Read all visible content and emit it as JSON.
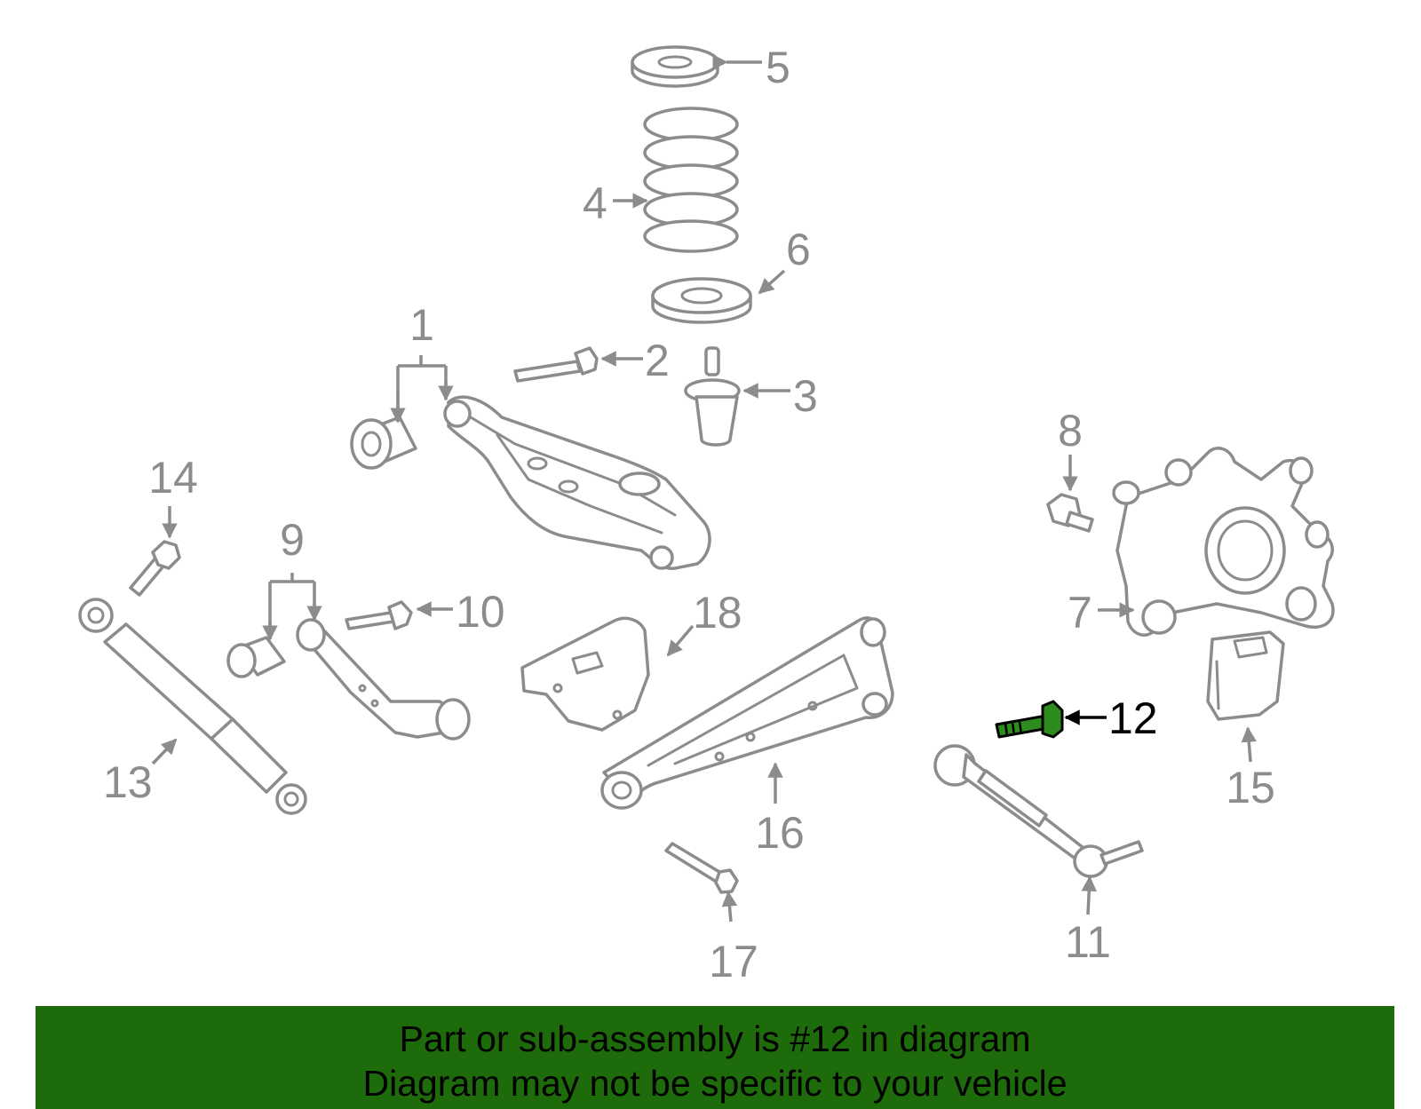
{
  "diagram": {
    "highlighted_part": "12",
    "highlight_color": "#2e8b1e",
    "part_line_color": "#8c8c8c",
    "callouts": [
      {
        "id": "c1",
        "label": "1"
      },
      {
        "id": "c2",
        "label": "2"
      },
      {
        "id": "c3",
        "label": "3"
      },
      {
        "id": "c4",
        "label": "4"
      },
      {
        "id": "c5",
        "label": "5"
      },
      {
        "id": "c6",
        "label": "6"
      },
      {
        "id": "c7",
        "label": "7"
      },
      {
        "id": "c8",
        "label": "8"
      },
      {
        "id": "c9",
        "label": "9"
      },
      {
        "id": "c10",
        "label": "10"
      },
      {
        "id": "c11",
        "label": "11"
      },
      {
        "id": "c12",
        "label": "12"
      },
      {
        "id": "c13",
        "label": "13"
      },
      {
        "id": "c14",
        "label": "14"
      },
      {
        "id": "c15",
        "label": "15"
      },
      {
        "id": "c16",
        "label": "16"
      },
      {
        "id": "c17",
        "label": "17"
      },
      {
        "id": "c18",
        "label": "18"
      }
    ]
  },
  "banner": {
    "line1": "Part or sub-assembly is #12 in diagram",
    "line2": "Diagram may not be specific to your vehicle",
    "background": "#1e6b0c"
  }
}
